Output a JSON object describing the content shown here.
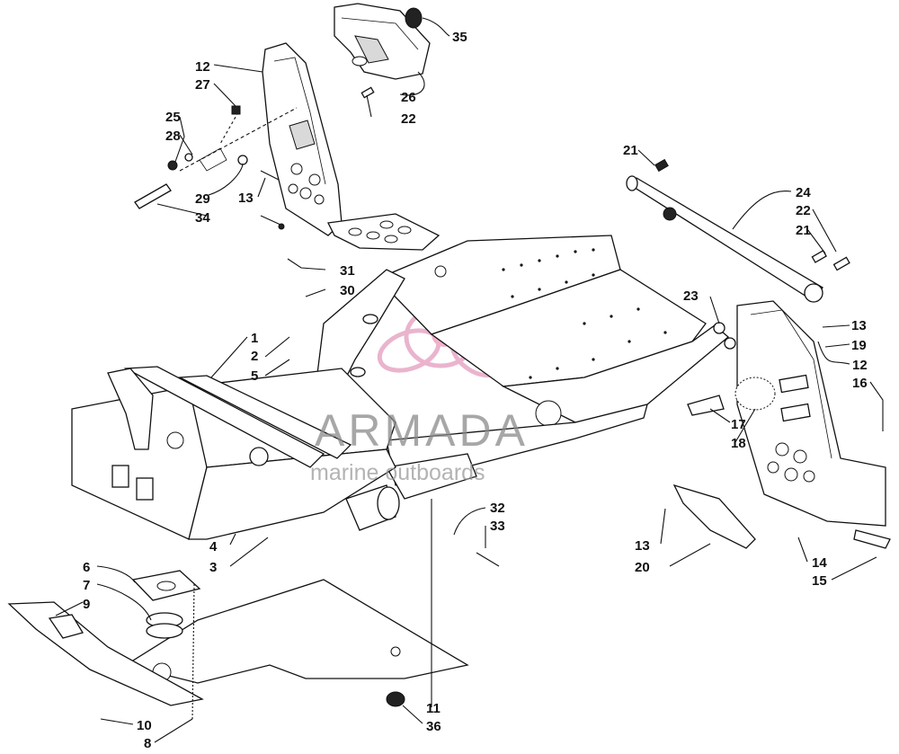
{
  "watermark": {
    "brand": "ARMADA",
    "tagline": "marine outboards",
    "logo_color": "#e7a8c6",
    "logo_center_color": "#f2a2c4"
  },
  "callouts": [
    "35",
    "12",
    "27",
    "26",
    "25",
    "22",
    "28",
    "29",
    "13",
    "34",
    "31",
    "30",
    "1",
    "2",
    "5",
    "21",
    "24",
    "22",
    "21",
    "23",
    "13",
    "19",
    "12",
    "16",
    "17",
    "18",
    "32",
    "33",
    "13",
    "14",
    "20",
    "15",
    "4",
    "3",
    "6",
    "7",
    "9",
    "11",
    "10",
    "36",
    "8"
  ]
}
